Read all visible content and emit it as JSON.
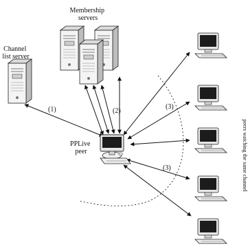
{
  "labels": {
    "channel_list_server": [
      "Channel",
      "list server"
    ],
    "membership_servers": [
      "Membership",
      "servers"
    ],
    "pplive_peer": [
      "PPLive",
      "peer"
    ],
    "step_1": "(1)",
    "step_2": "(2)",
    "step_3_upper": "(3)",
    "step_3_lower": "(3)",
    "side_caption": "peers watching the same channel"
  },
  "icons": {
    "server": "server-tower-icon",
    "peer_computer": "desktop-computer-icon",
    "local_peer": "pplive-peer-computer-icon"
  },
  "peer_count": 5,
  "colors": {
    "ink": "#111111",
    "server_body": "#f4f4f4",
    "server_side": "#c9c9c9",
    "screen": "#1c1c1c",
    "monitor_case": "#e6e6e6"
  }
}
